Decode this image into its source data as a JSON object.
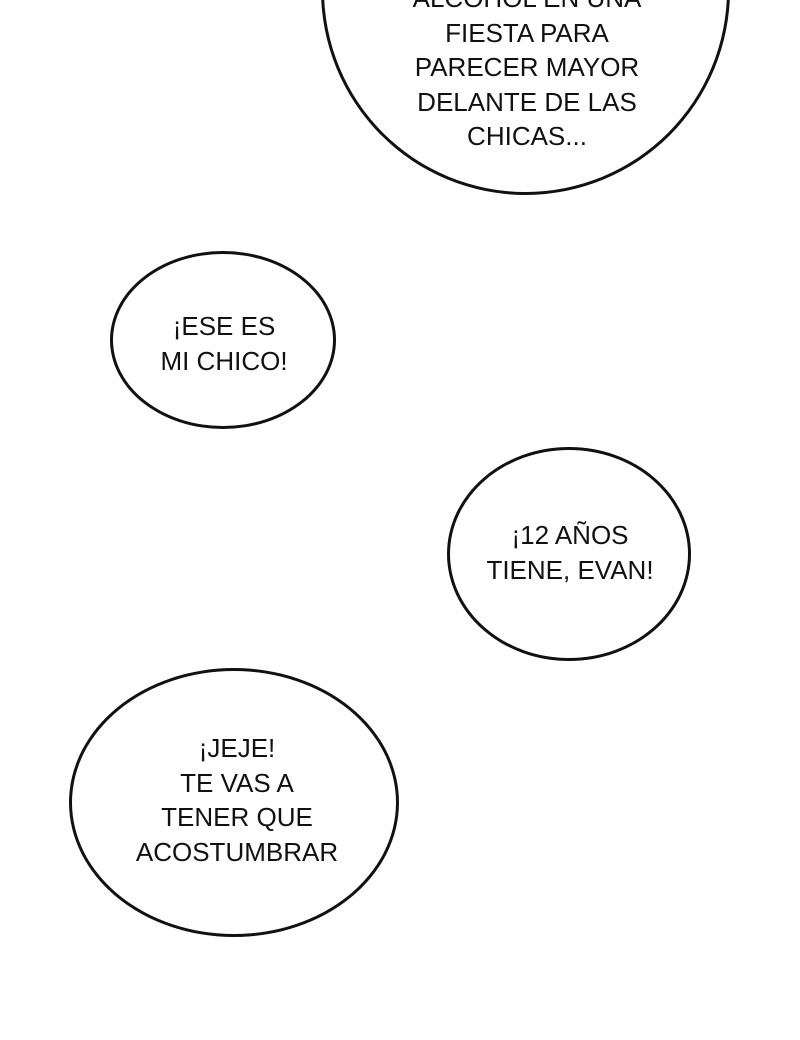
{
  "bubbles": [
    {
      "lines": [
        "ALCOHOL EN UNA",
        "FIESTA PARA",
        "PARECER MAYOR",
        "DELANTE DE LAS",
        "CHICAS..."
      ]
    },
    {
      "lines": [
        "¡ESE ES",
        "MI CHICO!"
      ]
    },
    {
      "lines": [
        "¡12 AÑOS",
        "TIENE, EVAN!"
      ]
    },
    {
      "lines": [
        "¡JEJE!",
        "TE VAS A",
        "TENER QUE",
        "ACOSTUMBRAR"
      ]
    }
  ]
}
